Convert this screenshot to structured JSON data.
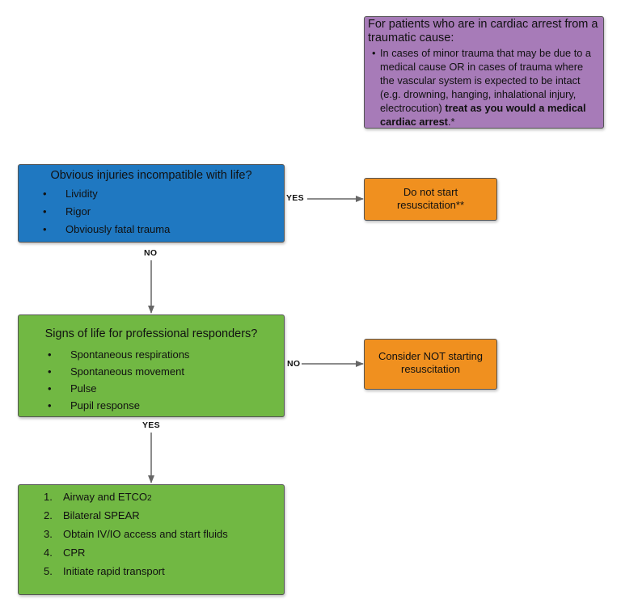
{
  "note": {
    "title": "For patients who are in cardiac arrest from a traumatic cause:",
    "bullet_text": "In cases of minor trauma that may be due to a medical cause OR in cases of trauma where the vascular system is expected to be intact (e.g. drowning, hanging, inhalational injury, electrocution) ",
    "bullet_bold": "treat as you would a medical cardiac arrest",
    "bullet_end": ".*"
  },
  "injuries": {
    "title": "Obvious injuries incompatible with life?",
    "items": [
      "Lividity",
      "Rigor",
      "Obviously fatal trauma"
    ]
  },
  "no_start": {
    "line1": "Do not start",
    "line2": "resuscitation**"
  },
  "signs": {
    "title": "Signs of life for professional responders?",
    "items": [
      "Spontaneous respirations",
      "Spontaneous movement",
      "Pulse",
      "Pupil response"
    ]
  },
  "consider": {
    "line1": "Consider NOT starting",
    "line2": "resuscitation"
  },
  "steps": {
    "items": [
      {
        "num": "1.",
        "text": "Airway and ETCO",
        "sub": "2"
      },
      {
        "num": "2.",
        "text": "Bilateral SPEAR"
      },
      {
        "num": "3.",
        "text": "Obtain IV/IO access and start fluids"
      },
      {
        "num": "4.",
        "text": "CPR"
      },
      {
        "num": "5.",
        "text": "Initiate rapid transport"
      }
    ]
  },
  "labels": {
    "yes_injuries": "YES",
    "no_injuries": "NO",
    "no_signs": "NO",
    "yes_signs": "YES"
  },
  "colors": {
    "purple": "#a77bb8",
    "blue": "#1f78c1",
    "orange": "#f0901f",
    "green": "#71b843",
    "arrow": "#666666"
  }
}
